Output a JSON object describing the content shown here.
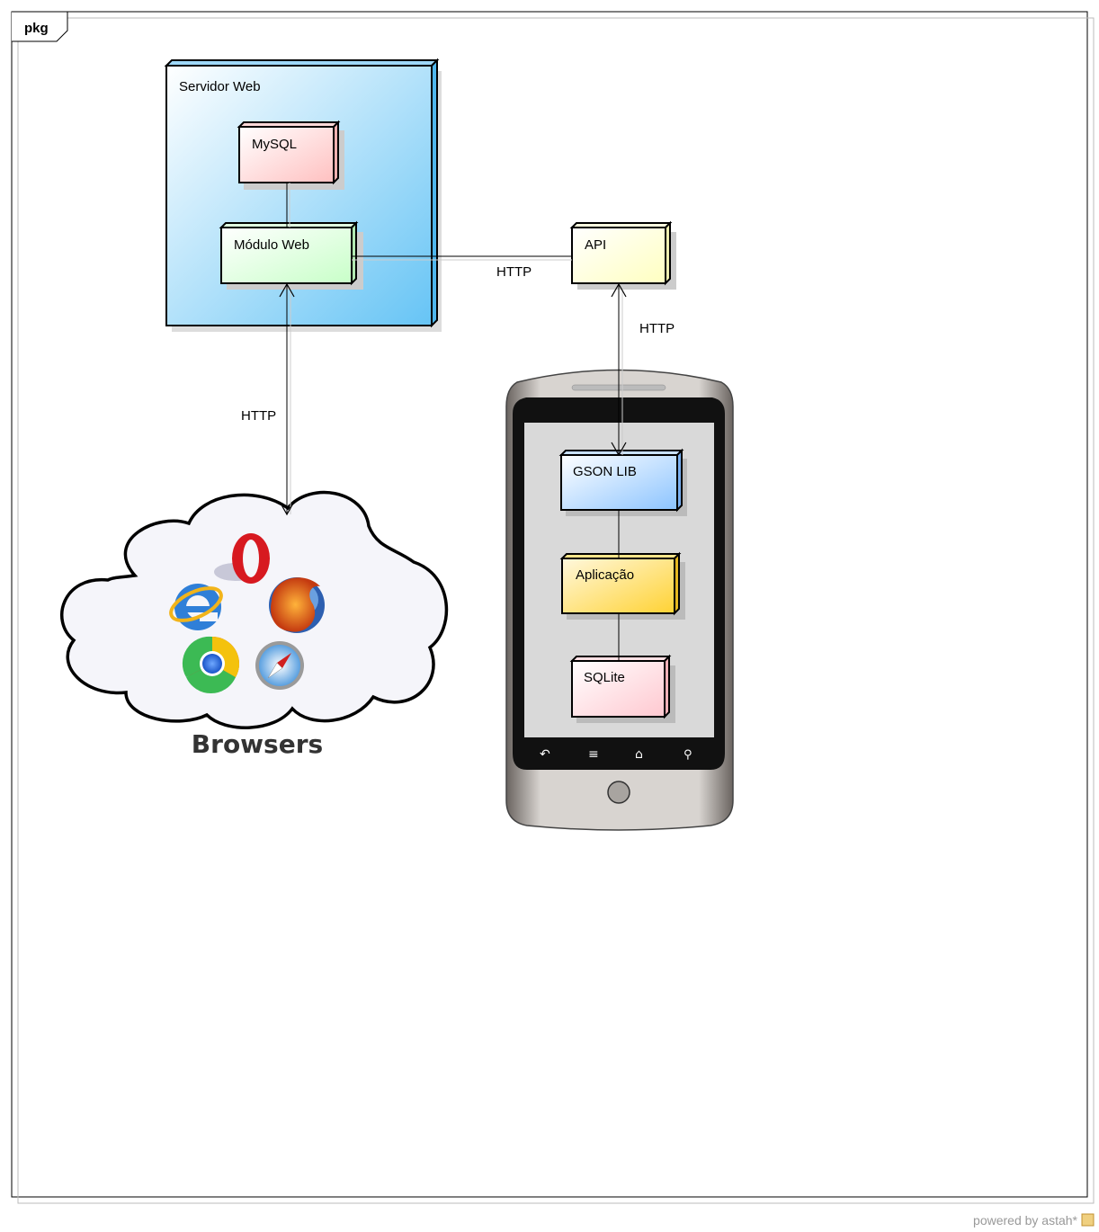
{
  "frame": {
    "tag": "pkg"
  },
  "nodes": {
    "server": "Servidor Web",
    "mysql": "MySQL",
    "module_web": "Módulo Web",
    "api": "API",
    "gson": "GSON LIB",
    "app": "Aplicação",
    "sqlite": "SQLite"
  },
  "edges": {
    "module_api": "HTTP",
    "api_gson": "HTTP",
    "browsers_module": "HTTP"
  },
  "cloud": {
    "label": "Browsers",
    "browser_icons": [
      "opera-icon",
      "internet-explorer-icon",
      "firefox-icon",
      "chrome-icon",
      "safari-icon"
    ]
  },
  "phone": {
    "nav_icons": [
      "back-icon",
      "menu-icon",
      "home-icon",
      "search-icon"
    ]
  },
  "footer": {
    "credit": "powered by astah*"
  },
  "colors": {
    "server_fill": "#70c8f5",
    "mysql_fill": "#ffcccc",
    "module_fill": "#ccffcc",
    "api_fill": "#ffffcc",
    "gson_fill": "#99ccff",
    "app_fill": "#ffd955",
    "sqlite_fill": "#ffd0d8"
  }
}
